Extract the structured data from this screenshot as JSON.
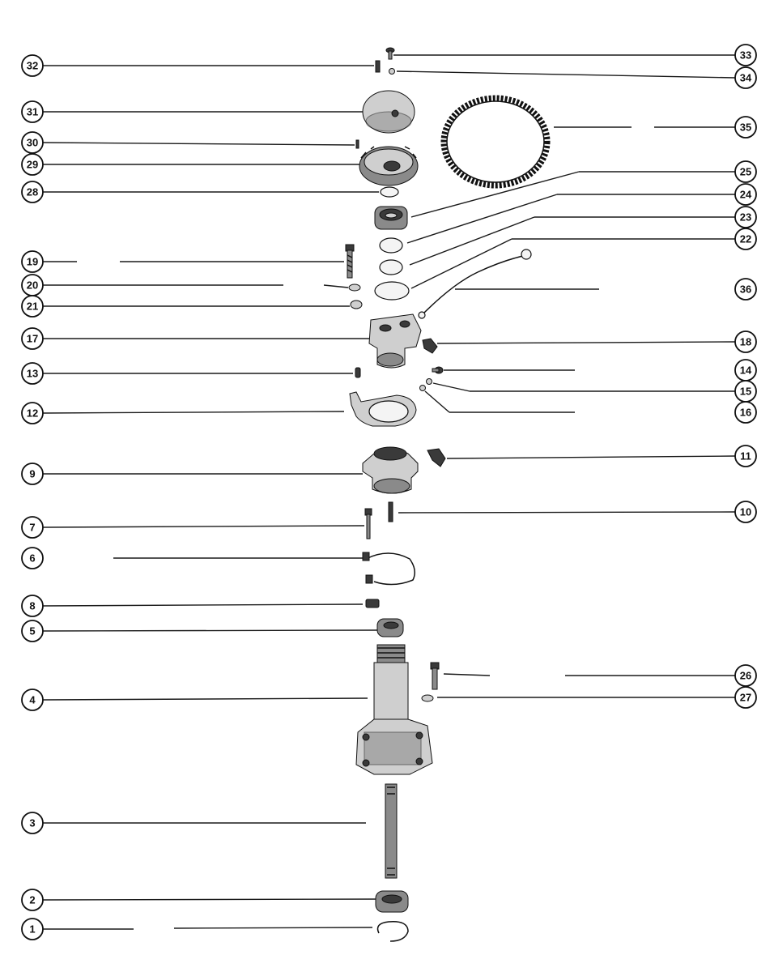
{
  "diagram": {
    "callouts": [
      {
        "id": "32"
      },
      {
        "id": "31"
      },
      {
        "id": "30"
      },
      {
        "id": "29"
      },
      {
        "id": "28"
      },
      {
        "id": "19"
      },
      {
        "id": "20"
      },
      {
        "id": "21"
      },
      {
        "id": "17"
      },
      {
        "id": "13"
      },
      {
        "id": "12"
      },
      {
        "id": "9"
      },
      {
        "id": "7"
      },
      {
        "id": "6"
      },
      {
        "id": "8"
      },
      {
        "id": "5"
      },
      {
        "id": "4"
      },
      {
        "id": "3"
      },
      {
        "id": "2"
      },
      {
        "id": "1"
      },
      {
        "id": "33"
      },
      {
        "id": "34"
      },
      {
        "id": "35"
      },
      {
        "id": "25"
      },
      {
        "id": "24"
      },
      {
        "id": "23"
      },
      {
        "id": "22"
      },
      {
        "id": "36"
      },
      {
        "id": "18"
      },
      {
        "id": "14"
      },
      {
        "id": "15"
      },
      {
        "id": "16"
      },
      {
        "id": "11"
      },
      {
        "id": "10"
      },
      {
        "id": "26"
      },
      {
        "id": "27"
      }
    ]
  }
}
